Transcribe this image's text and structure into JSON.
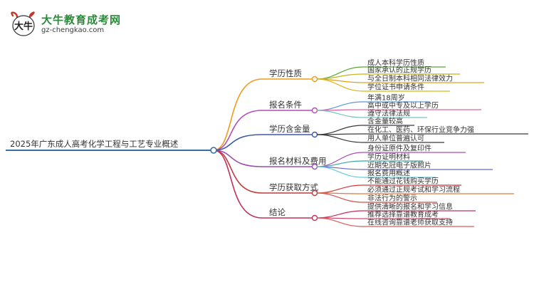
{
  "logo": {
    "mark_text": "大牛",
    "title": "大牛教育成考网",
    "url": "gz-chengkao.com"
  },
  "mindmap": {
    "root": "2025年广东成人高考化学工程与工艺专业概述",
    "branches": [
      {
        "label": "学历性质",
        "color": "#f29a1a",
        "leaves": [
          {
            "text": "成人本科学历性质",
            "color": "#5aa832"
          },
          {
            "text": "国家承认的正规学历",
            "color": "#c7b21a"
          },
          {
            "text": "与全日制本科相同法律效力",
            "color": "#e0a219"
          },
          {
            "text": "学位证书申请条件",
            "color": "#d9b617"
          }
        ]
      },
      {
        "label": "报名条件",
        "color": "#b24db6",
        "leaves": [
          {
            "text": "年满18周岁",
            "color": "#5a9bd4"
          },
          {
            "text": "高中或中专及以上学历",
            "color": "#e064a4"
          },
          {
            "text": "遵守法律法规",
            "color": "#7bc4c4"
          }
        ]
      },
      {
        "label": "学历含金量",
        "color": "#3a5aa8",
        "leaves": [
          {
            "text": "含金量较高",
            "color": "#3a3a3a"
          },
          {
            "text": "在化工、医药、环保行业竞争力强",
            "color": "#3a3a3a"
          },
          {
            "text": "用人单位普遍认可",
            "color": "#3a3a3a"
          }
        ]
      },
      {
        "label": "报名材料及费用",
        "color": "#9a4ab0",
        "leaves": [
          {
            "text": "身份证原件及复印件",
            "color": "#b04ab8"
          },
          {
            "text": "学历证明材料",
            "color": "#3aa8a8"
          },
          {
            "text": "近期免冠电子版照片",
            "color": "#6a6ad0"
          },
          {
            "text": "报名费用概述",
            "color": "#6acad8"
          }
        ]
      },
      {
        "label": "学历获取方式",
        "color": "#c23a3a",
        "leaves": [
          {
            "text": "不能通过花钱购买学历",
            "color": "#d03a3a"
          },
          {
            "text": "必须通过正规考试和学习流程",
            "color": "#e07a3a"
          },
          {
            "text": "非法行为的警示",
            "color": "#d0504a"
          }
        ]
      },
      {
        "label": "结论",
        "color": "#c2305a",
        "leaves": [
          {
            "text": "提供清晰的报名和学习信息",
            "color": "#c2305a"
          },
          {
            "text": "推荐选择靠谱教育成考",
            "color": "#d04a70"
          },
          {
            "text": "在线咨询靠谱老师获取支持",
            "color": "#e05a5a"
          }
        ]
      }
    ]
  }
}
